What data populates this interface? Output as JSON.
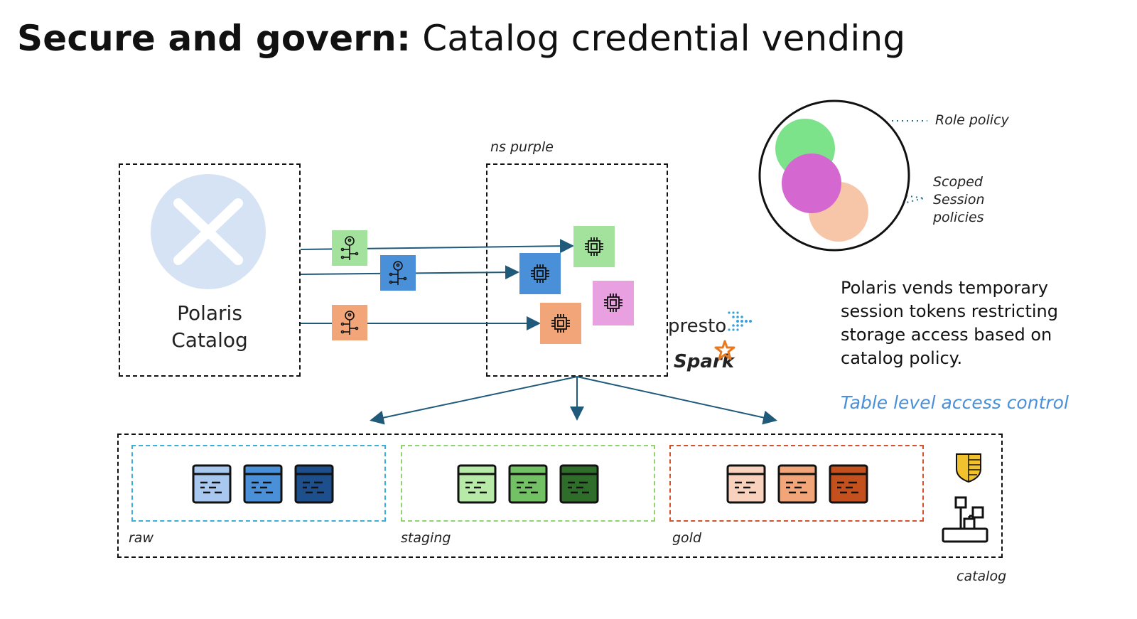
{
  "title": {
    "bold": "Secure and govern:",
    "rest": " Catalog credential vending"
  },
  "polaris": {
    "line1": "Polaris",
    "line2": "Catalog"
  },
  "namespace": {
    "label": "ns purple"
  },
  "venn": {
    "role_policy": "Role policy",
    "scoped_line1": "Scoped",
    "scoped_line2": "Session",
    "scoped_line3": "policies",
    "colors": {
      "green": "#7ce38b",
      "magenta": "#d468d0",
      "peach": "#f7c5a8"
    }
  },
  "engines": {
    "presto": "presto",
    "spark": "Spark"
  },
  "description": "Polaris vends temporary session tokens restricting storage access based on catalog policy.",
  "table_level": "Table level access control",
  "zones": [
    {
      "label": "raw",
      "border": "#3ab0d8",
      "tables": [
        "#a9c8ef",
        "#4a90d9",
        "#1d4f8c"
      ]
    },
    {
      "label": "staging",
      "border": "#8fd46f",
      "tables": [
        "#b7eaa8",
        "#72c265",
        "#2f6e2a"
      ]
    },
    {
      "label": "gold",
      "border": "#d2532a",
      "tables": [
        "#f9d2be",
        "#f2a579",
        "#c4501e"
      ]
    }
  ],
  "catalog_label": "catalog",
  "colors": {
    "arrow": "#1f5a7a",
    "key_green": "#a3e29c",
    "key_blue": "#4a90d9",
    "key_orange": "#f2a579",
    "chip_green": "#a3e29c",
    "chip_blue": "#4a90d9",
    "chip_pink": "#e8a0e0",
    "chip_orange": "#f2a579",
    "polaris_circle": "#d5e3f5",
    "shield": "#f2c12e"
  }
}
